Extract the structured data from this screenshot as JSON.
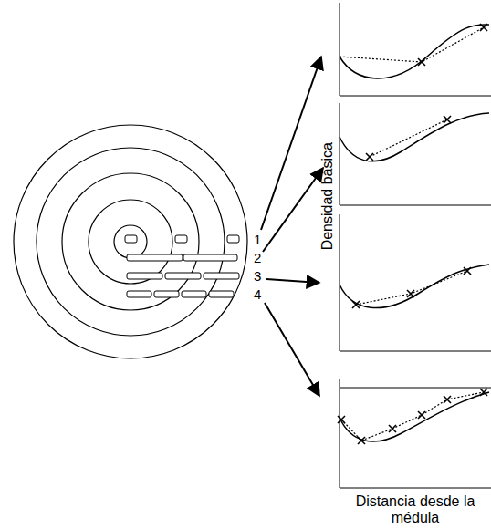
{
  "diagram": {
    "labels": [
      "1",
      "2",
      "3",
      "4",
      "Densidad básica",
      "Distancia desde la médula"
    ]
  }
}
